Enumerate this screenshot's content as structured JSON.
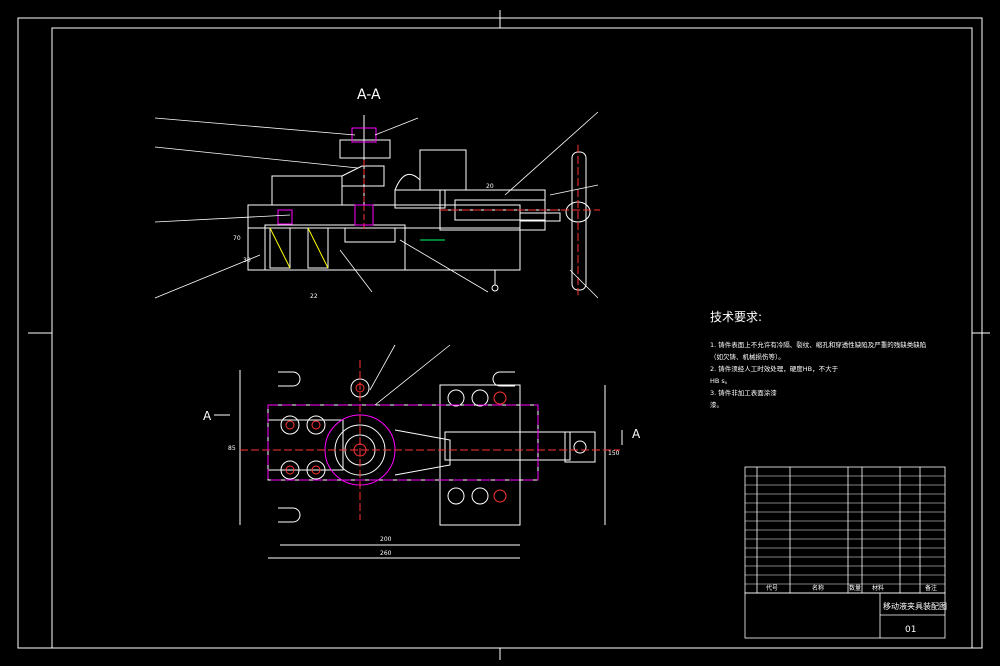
{
  "section_label": "A-A",
  "view_marker_left": "A",
  "view_marker_right": "A",
  "tech_requirements": {
    "title": "技术要求:",
    "lines": [
      "1. 铸件表面上不允许有冷隔、裂纹、缩孔和穿透性缺陷及严重的残缺类缺陷",
      "（如欠铸、机械损伤等）。",
      "2. 铸件须经人工时效处理，硬度HB，不大于",
      "HB s。",
      "3. 铸件非加工表面涂漆",
      "漆。"
    ]
  },
  "dims": {
    "d1": "70",
    "d2": "200",
    "d3": "260",
    "d4": "30",
    "d5": "22",
    "d6": "20",
    "d7": "85",
    "d8": "150"
  },
  "title_block": {
    "drawing_name": "移动液夹具装配图",
    "scale": "01",
    "col_code": "代号",
    "col_name": "名称",
    "col_qty": "数量",
    "col_material": "材料",
    "col_note": "备注"
  },
  "colors": {
    "line": "#ffffff",
    "accent": "#ff00ff",
    "red": "#ff3333",
    "yellow": "#ffff00",
    "green": "#00ff66",
    "cyan": "#00ffff"
  }
}
